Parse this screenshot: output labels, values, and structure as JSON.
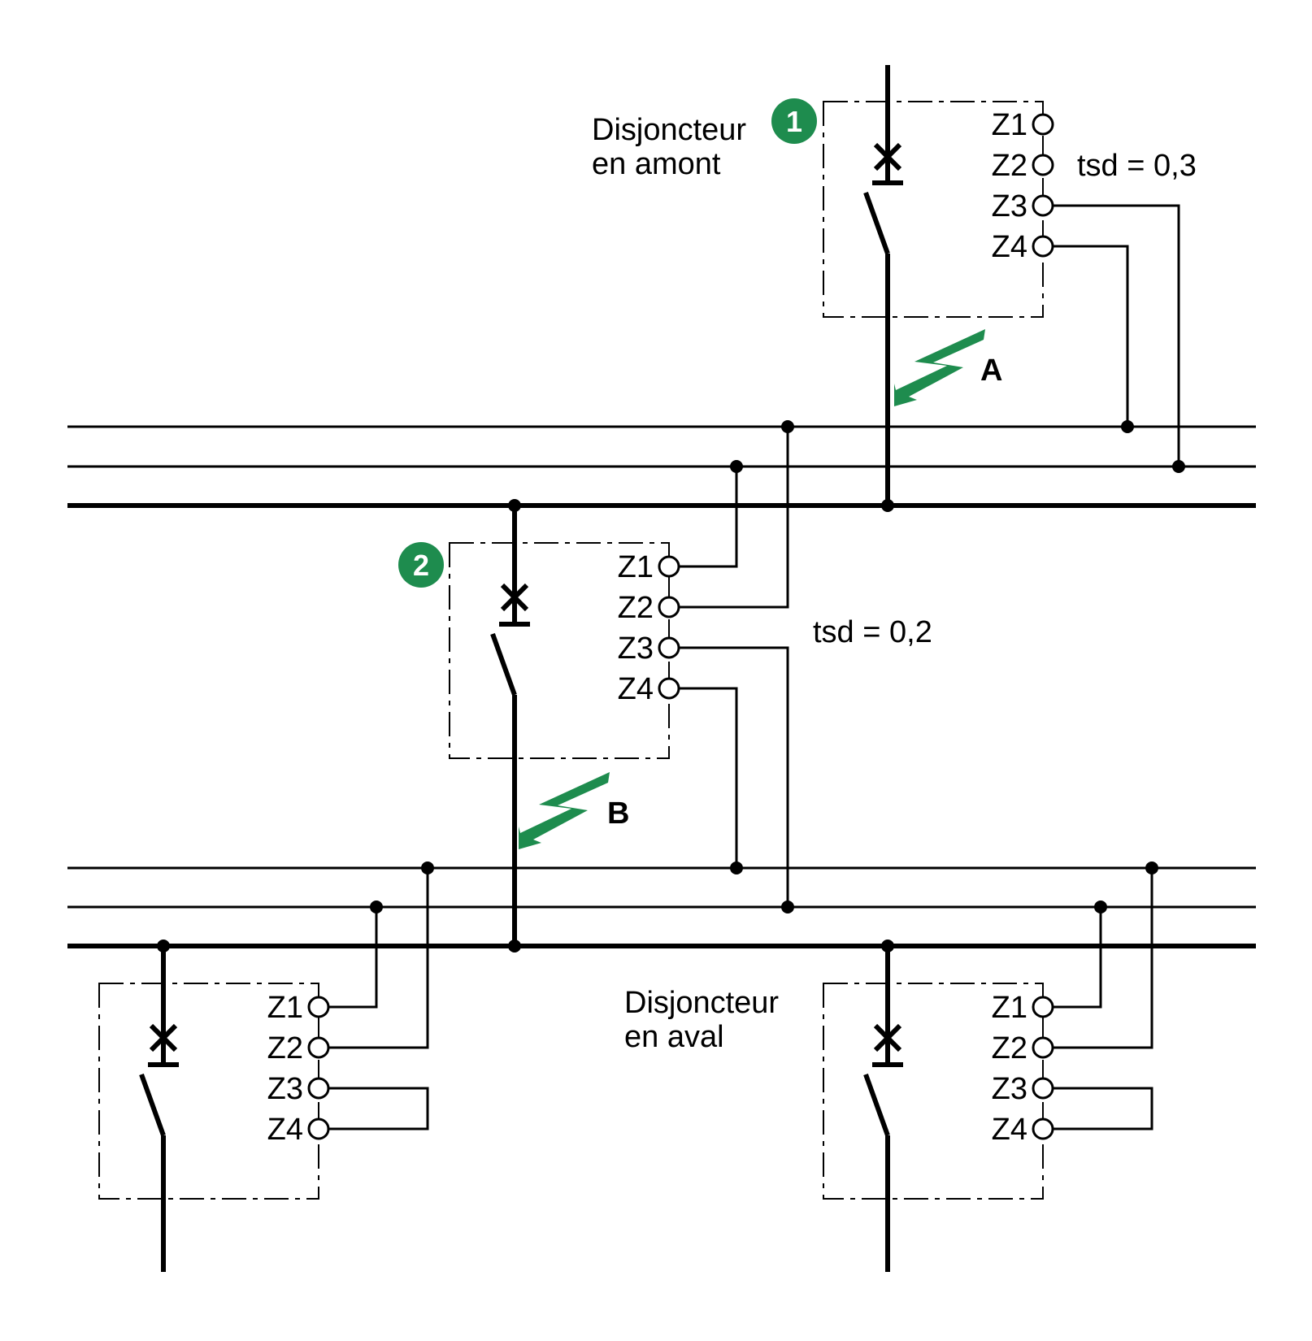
{
  "colors": {
    "accent": "#1e8c4e",
    "line": "#000000",
    "background": "#ffffff"
  },
  "labels": {
    "upstream_line1": "Disjoncteur",
    "upstream_line2": "en amont",
    "downstream_line1": "Disjoncteur",
    "downstream_line2": "en aval",
    "tsd_upstream": "tsd = 0,3",
    "tsd_middle": "tsd = 0,2"
  },
  "badges": {
    "one": "1",
    "two": "2"
  },
  "faults": {
    "a": "A",
    "b": "B"
  },
  "terminals": {
    "z1": "Z1",
    "z2": "Z2",
    "z3": "Z3",
    "z4": "Z4"
  },
  "icons": {
    "breaker": "breaker-symbol-icon",
    "fault": "lightning-bolt-icon",
    "badge": "numbered-circle-icon"
  }
}
